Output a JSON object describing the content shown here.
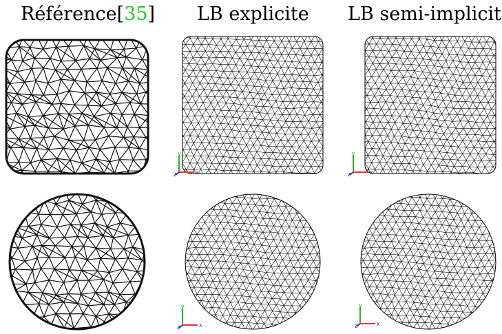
{
  "titles": {
    "reference_prefix": "Référence[",
    "reference_cite": "35",
    "reference_suffix": "]",
    "explicit": "LB explicite",
    "semi_implicit": "LB semi-implicite"
  },
  "axis_labels": {
    "y": "y",
    "z": "z",
    "x": "x"
  },
  "colors": {
    "mesh_reference": "#111111",
    "mesh_lb": "#000000",
    "cite": "#22cc22",
    "axis_y": "#22bb22",
    "axis_x": "#ee3333",
    "axis_z": "#2233ee"
  },
  "rows": [
    {
      "shape": "rounded-square"
    },
    {
      "shape": "disk"
    }
  ]
}
